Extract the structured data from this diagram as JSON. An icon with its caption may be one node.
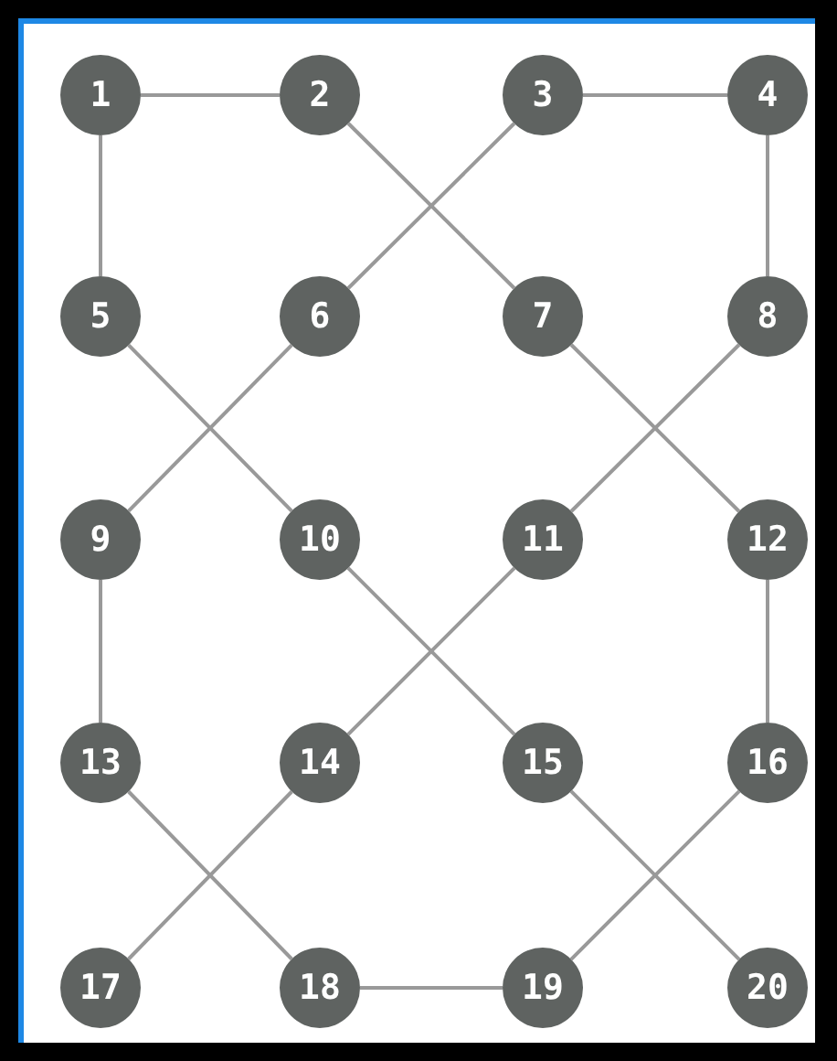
{
  "diagram": {
    "nodes": [
      {
        "text": [
          "1"
        ]
      },
      {
        "text": [
          "2"
        ]
      },
      {
        "text": [
          "3"
        ]
      },
      {
        "text": [
          "4"
        ]
      },
      {
        "text": [
          "5"
        ]
      },
      {
        "text": [
          "6"
        ]
      },
      {
        "text": [
          "7"
        ]
      },
      {
        "text": [
          "8"
        ]
      },
      {
        "text": [
          "9"
        ]
      },
      {
        "text": [
          "10"
        ]
      },
      {
        "text": [
          "11"
        ]
      },
      {
        "text": [
          "12"
        ]
      },
      {
        "text": [
          "13"
        ]
      },
      {
        "text": [
          "14"
        ]
      },
      {
        "text": [
          "15"
        ]
      },
      {
        "text": [
          "16"
        ]
      },
      {
        "text": [
          "17"
        ]
      },
      {
        "text": [
          "18"
        ]
      },
      {
        "text": [
          "19"
        ]
      },
      {
        "text": [
          "20"
        ]
      }
    ],
    "edges": [
      {
        "from": 0,
        "to": 1,
        "arrow": "none"
      },
      {
        "from": 0,
        "to": 4,
        "arrow": "none"
      },
      {
        "from": 1,
        "to": 6,
        "arrow": "none"
      },
      {
        "from": 2,
        "to": 3,
        "arrow": "none"
      },
      {
        "from": 2,
        "to": 5,
        "arrow": "none"
      },
      {
        "from": 3,
        "to": 7,
        "arrow": "none"
      },
      {
        "from": 4,
        "to": 9,
        "arrow": "none"
      },
      {
        "from": 5,
        "to": 8,
        "arrow": "none"
      },
      {
        "from": 6,
        "to": 11,
        "arrow": "none"
      },
      {
        "from": 7,
        "to": 10,
        "arrow": "none"
      },
      {
        "from": 8,
        "to": 12,
        "arrow": "none"
      },
      {
        "from": 9,
        "to": 14,
        "arrow": "none"
      },
      {
        "from": 10,
        "to": 13,
        "arrow": "none"
      },
      {
        "from": 11,
        "to": 15,
        "arrow": "none"
      },
      {
        "from": 12,
        "to": 17,
        "arrow": "none"
      },
      {
        "from": 13,
        "to": 16,
        "arrow": "none"
      },
      {
        "from": 14,
        "to": 19,
        "arrow": "none"
      },
      {
        "from": 15,
        "to": 18,
        "arrow": "none"
      },
      {
        "from": 17,
        "to": 18,
        "arrow": "none"
      }
    ]
  }
}
